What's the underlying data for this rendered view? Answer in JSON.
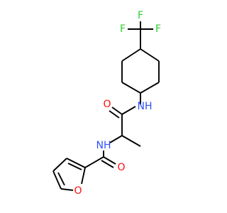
{
  "colors": {
    "background": "#ffffff",
    "bond": "#000000",
    "nitrogen": "#3050f8",
    "oxygen": "#ff0d0d",
    "fluorine": "#33cc33"
  },
  "atoms": {
    "f_top": "F",
    "f_left": "F",
    "f_right": "F",
    "nh_amide": "NH",
    "o_amide": "O",
    "nh_furoyl": "NH",
    "o_carbonyl": "O",
    "o_furan": "O"
  }
}
